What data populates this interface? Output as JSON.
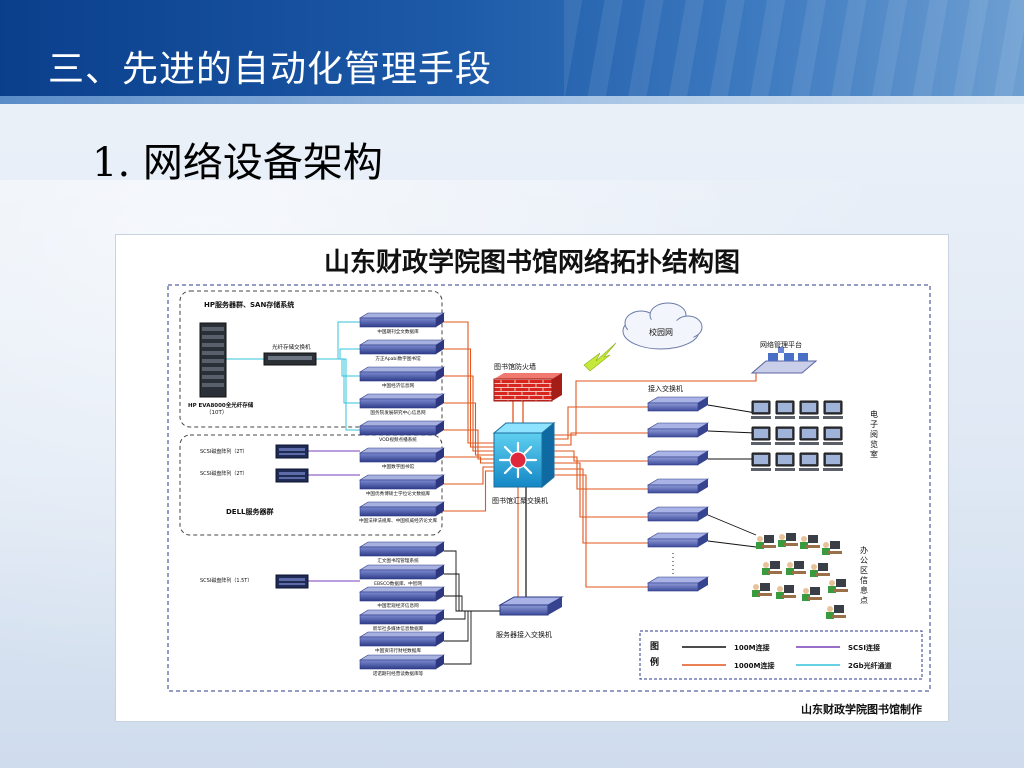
{
  "slide": {
    "title": "三、先进的自动化管理手段",
    "subtitle": "1. 网络设备架构"
  },
  "diagram": {
    "title": "山东财政学院图书馆网络拓扑结构图",
    "footer": "山东财政学院图书馆制作",
    "storage_group": {
      "label": "HP服务器群、SAN存储系统",
      "eva_label": "HP EVA8000全光纤存储",
      "eva_sub": "（10T）",
      "fiber_switch_label": "光纤存储交换机"
    },
    "scsi_arrays": [
      {
        "label": "SCSI磁盘阵列（2T）"
      },
      {
        "label": "SCSI磁盘阵列（2T）"
      },
      {
        "label": "SCSI磁盘阵列（1.5T）"
      }
    ],
    "dell_group_label": "DELL服务器群",
    "servers": [
      {
        "label": "中国期刊全文数据库"
      },
      {
        "label": "方正Apabi数字图书馆"
      },
      {
        "label": "中国经济信息网"
      },
      {
        "label": "国务院发展研究中心信息网"
      },
      {
        "label": "VOD视频点播系统"
      },
      {
        "label": "中国数字图书馆"
      },
      {
        "label": "中国优秀博硕士学位论文数据库"
      },
      {
        "label": "中国法律法规库、中国权威经济论文库"
      },
      {
        "label": "汇文图书馆管理系统"
      },
      {
        "label": "EBSCO数据库、中智网"
      },
      {
        "label": "中国宏观经济信息网"
      },
      {
        "label": "新华社多媒体信息数据库"
      },
      {
        "label": "中国资讯行财经数据库"
      },
      {
        "label": "诺诺期刊经营读数据库等"
      }
    ],
    "firewall_label": "图书馆防火墙",
    "campus_net_label": "校园网",
    "core_switch_label": "图书馆汇聚交换机",
    "server_access_switch_label": "服务器接入交换机",
    "access_switch_label": "接入交换机",
    "mgmt_platform_label": "网络管理平台",
    "reading_room_label": "电子阅览室",
    "office_label": "办公区信息点",
    "legend": {
      "title": "图例",
      "items": [
        {
          "label": "100M连接",
          "color": "#111111"
        },
        {
          "label": "SCSI连接",
          "color": "#7a3fb8"
        },
        {
          "label": "1000M连接",
          "color": "#e2571e"
        },
        {
          "label": "2Gb光纤通道",
          "color": "#35c3dc"
        }
      ]
    },
    "colors": {
      "gigabit": "#e2571e",
      "fast": "#111111",
      "scsi": "#7a3fb8",
      "fiber": "#35c3dc",
      "device": "#5b6bb5",
      "frame": "#2b3a8c"
    }
  }
}
